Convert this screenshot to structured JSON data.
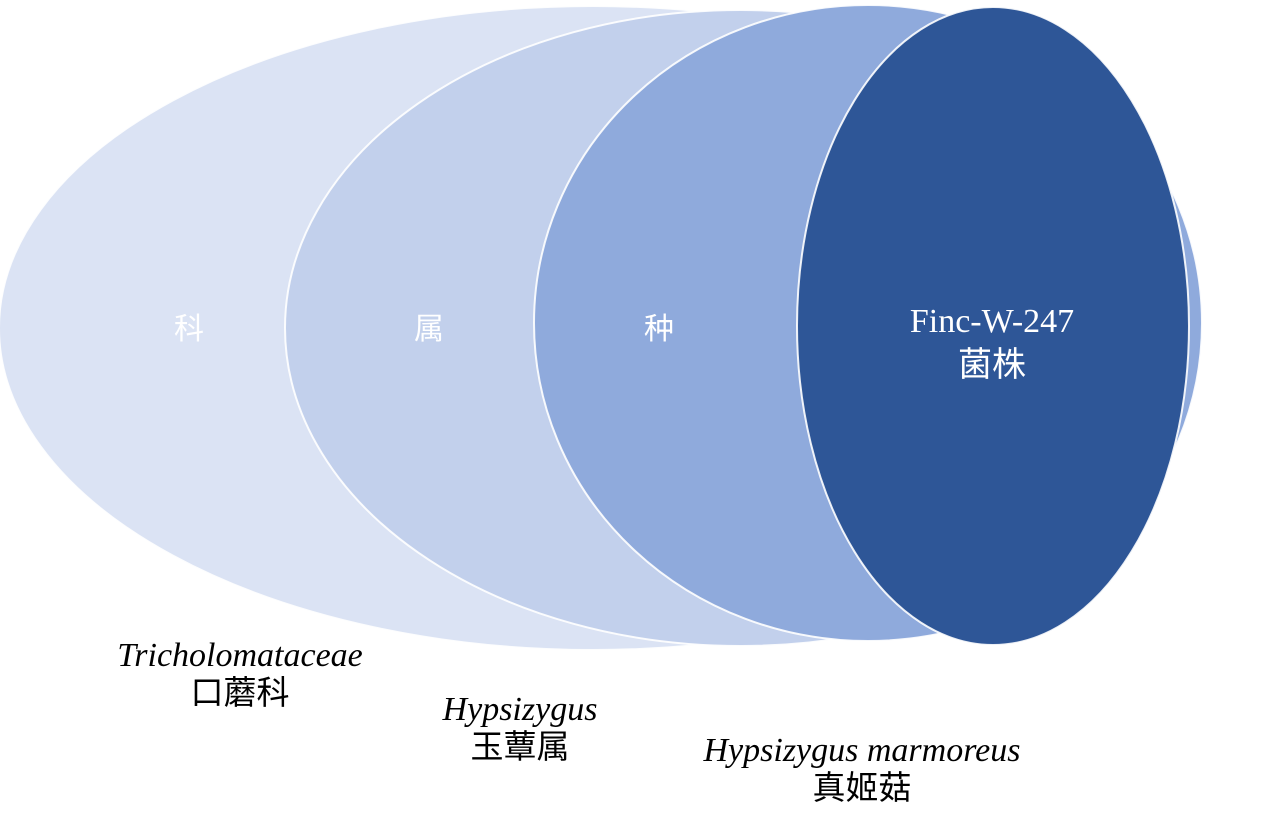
{
  "diagram": {
    "type": "nested-ellipses-taxonomy",
    "levels": [
      {
        "rank_label": "科",
        "latin": "Tricholomataceae",
        "chinese": "口蘑科",
        "color": "#dbe3f4"
      },
      {
        "rank_label": "属",
        "latin": "Hypsizygus",
        "chinese": "玉蕈属",
        "color": "#c2d0ec"
      },
      {
        "rank_label": "种",
        "latin": "Hypsizygus marmoreus",
        "chinese": "真姬菇",
        "color": "#8faadc"
      },
      {
        "strain_line1": "Finc-W-247",
        "strain_line2": "菌株",
        "color": "#2e5697"
      }
    ]
  }
}
